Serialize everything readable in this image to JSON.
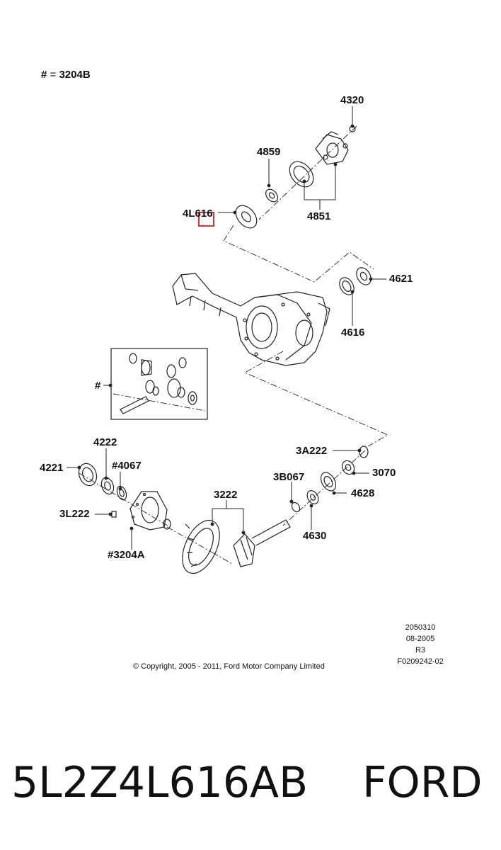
{
  "header": {
    "ref_hash": "#",
    "ref_eq": "=",
    "ref_value": "3204B"
  },
  "callouts": {
    "c4320": "4320",
    "c4859": "4859",
    "c4L616": "4L616",
    "c4851": "4851",
    "c4621": "4621",
    "c4616": "4616",
    "cHash": "#",
    "c4222": "4222",
    "c4221": "4221",
    "c4067": "#4067",
    "c3L222": "3L222",
    "c3204A": "#3204A",
    "c3222": "3222",
    "c3A222": "3A222",
    "c3070": "3070",
    "c3B067": "3B067",
    "c4628": "4628",
    "c4630": "4630"
  },
  "meta": {
    "line1": "2050310",
    "line2": "08-2005",
    "line3": "R3",
    "line4": "F0209242-02",
    "copyright": "© Copyright, 2005 - 2011, Ford Motor Company Limited"
  },
  "highlight_color": "#e8312f",
  "caption": {
    "part_number": "5L2Z4L616AB",
    "brand": "FORD"
  }
}
